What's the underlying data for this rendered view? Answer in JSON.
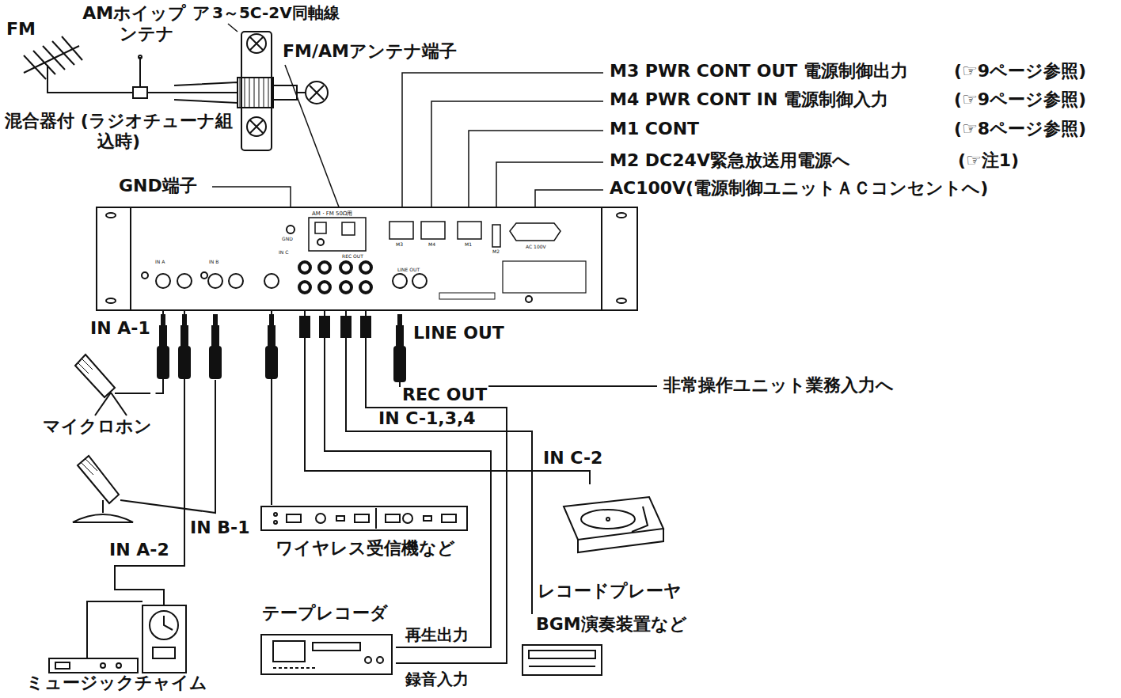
{
  "diagram": {
    "nodes": [
      {
        "text": [
          "AM・FM 50Ω用"
        ]
      },
      {
        "text": [
          "マイクロホン"
        ]
      },
      {
        "text": [
          "ワイヤレス受信機など"
        ]
      },
      {
        "text": [
          "レコードプレーヤ"
        ]
      },
      {
        "text": [
          "テープレコーダ"
        ]
      },
      {
        "text": [
          "BGM演奏装置など"
        ]
      },
      {
        "text": [
          "ミュージックチャイム"
        ]
      }
    ],
    "edges": [
      {
        "from": 0,
        "to": 1,
        "label": "IN A-1",
        "arrow": "none"
      },
      {
        "from": 0,
        "to": 6,
        "label": "IN A-2",
        "arrow": "none"
      },
      {
        "from": 0,
        "to": 2,
        "arrow": "none"
      },
      {
        "from": 0,
        "to": 3,
        "label": "IN C-2",
        "arrow": "none"
      },
      {
        "from": 0,
        "to": 4,
        "arrow": "none"
      },
      {
        "from": 0,
        "to": 5,
        "label": "IN C-1,3,4",
        "arrow": "none"
      },
      {
        "from": 0,
        "to": 4,
        "label": "REC OUT",
        "arrow": "none"
      }
    ],
    "labels": [
      "FM",
      "AMホイップ アンテナ",
      "3～5C-2V同軸線",
      "FM/AMアンテナ端子",
      "混合器付 (ラジオチューナ組込時)",
      "GND端子",
      "M3 PWR CONT OUT 電源制御出力",
      "(☞9ページ参照)",
      "M4 PWR CONT IN 電源制御入力",
      "(☞9ページ参照)",
      "M1 CONT",
      "(☞8ページ参照)",
      "M2 DC24V緊急放送用電源へ",
      "(☞注1)",
      "AC100V(電源制御ユニットＡＣコンセントへ)",
      "LINE OUT",
      "非常操作ユニット業務入力へ",
      "IN B-1",
      "再生出力",
      "録音入力",
      "GND",
      "IN A",
      "IN B",
      "IN C",
      "REC OUT",
      "LINE OUT",
      "M3",
      "M4",
      "M1",
      "M2",
      "AC 100V"
    ]
  }
}
